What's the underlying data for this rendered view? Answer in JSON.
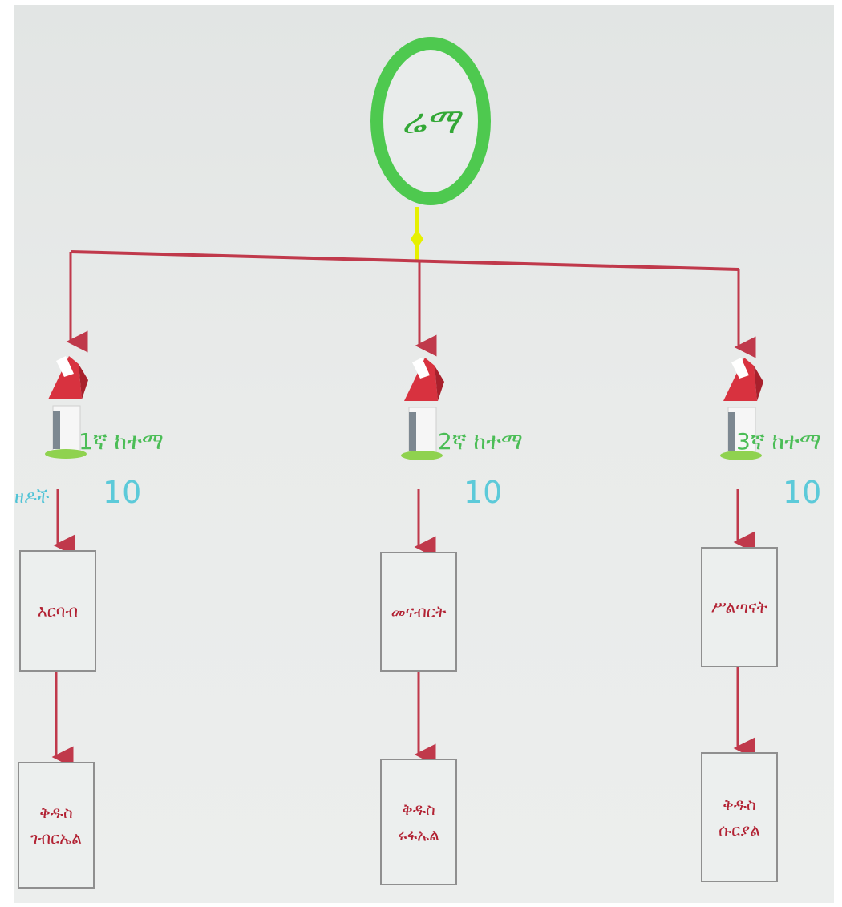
{
  "root": {
    "label": "ሬማ"
  },
  "branches": [
    {
      "city_label": "1ኛ ከተማ",
      "count": "10",
      "side_label": "ዘዶች",
      "first_box": "እርባብ",
      "second_box": "ቅዱስ\nገብርኤል"
    },
    {
      "city_label": "2ኛ ከተማ",
      "count": "10",
      "first_box": "መናብርት",
      "second_box": "ቅዱስ\nሩፋኤል"
    },
    {
      "city_label": "3ኛ ከተማ",
      "count": "10",
      "first_box": "ሥልጣናት",
      "second_box": "ቅዱስ\nሱርያል"
    }
  ],
  "colors": {
    "root_ring": "#4ec94f",
    "connector": "#c0394b",
    "root_joint": "#e6f000",
    "house_roof": "#d8323f",
    "city_text": "#4bbd56",
    "count_text": "#5ccad9",
    "box_text": "#b22233"
  },
  "icons": [
    "house-icon"
  ]
}
